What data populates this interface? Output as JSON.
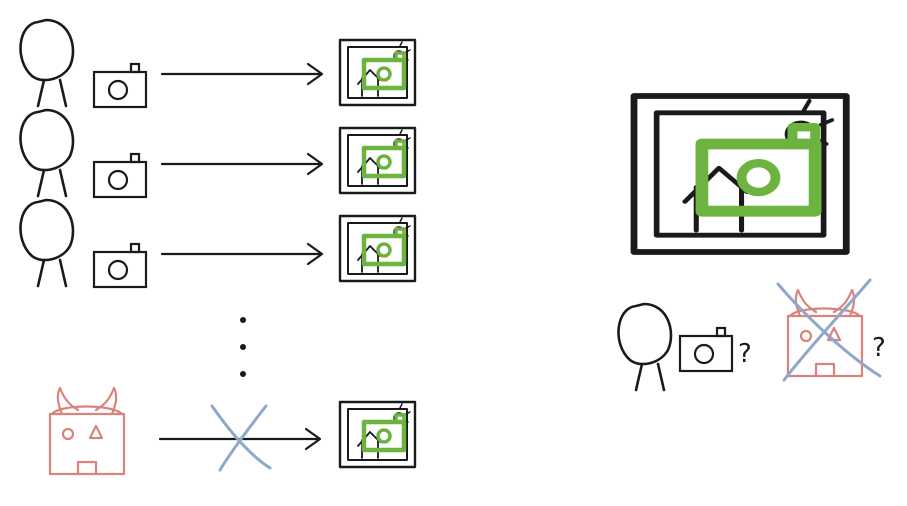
{
  "colors": {
    "ink": "#1a1a1a",
    "photo_mark": "#6db33f",
    "adversary": "#d9837c",
    "rejection": "#8fa8c8",
    "background": "#ffffff"
  },
  "icons": {
    "person": "person-icon",
    "camera": "camera-icon",
    "photo": "photo-icon",
    "devil": "devil-icon",
    "arrow": "arrow-icon",
    "cross": "cross-mark-icon"
  },
  "left_flow": {
    "honest_rows": 3,
    "ellipsis_dots": 3,
    "adversary_rows": 1
  },
  "right_panel": {
    "question_marks": [
      "?",
      "?"
    ]
  }
}
